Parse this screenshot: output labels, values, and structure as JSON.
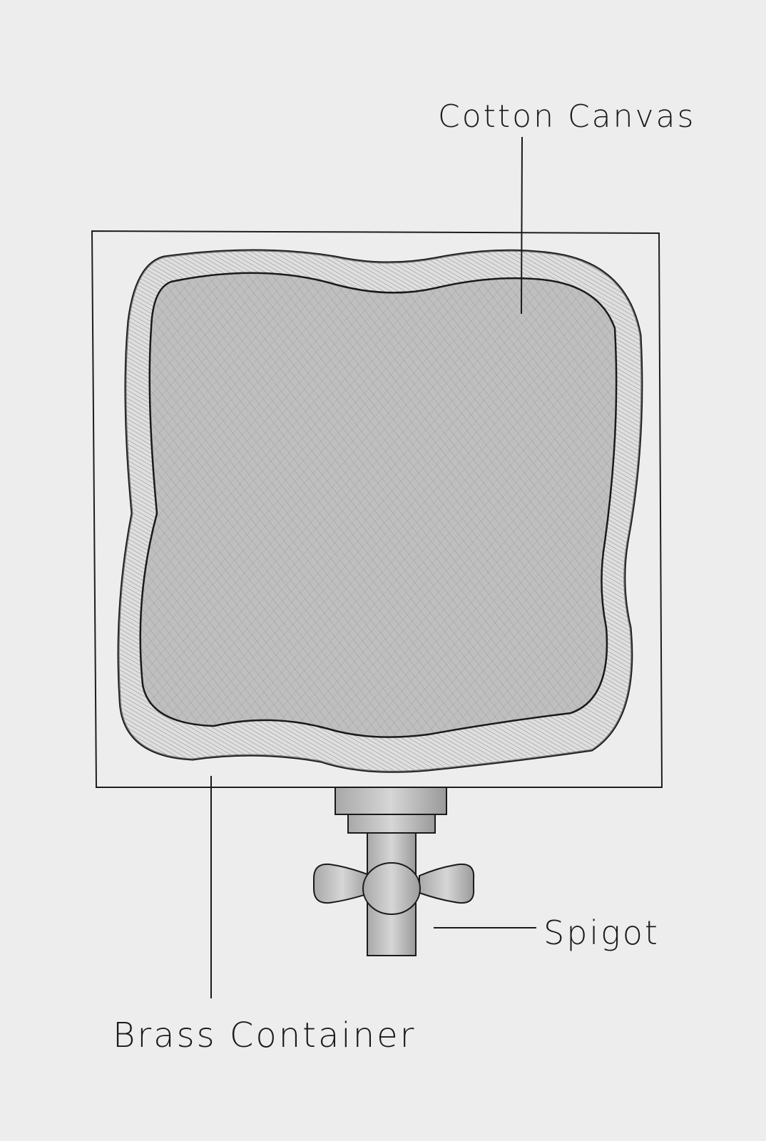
{
  "labels": {
    "cotton_canvas": "Cotton Canvas",
    "spigot": "Spigot",
    "brass_container": "Brass Container"
  },
  "colors": {
    "paper": "#e9eaea",
    "ink": "#1b1b1b",
    "graphite": "#8c8c8c"
  }
}
